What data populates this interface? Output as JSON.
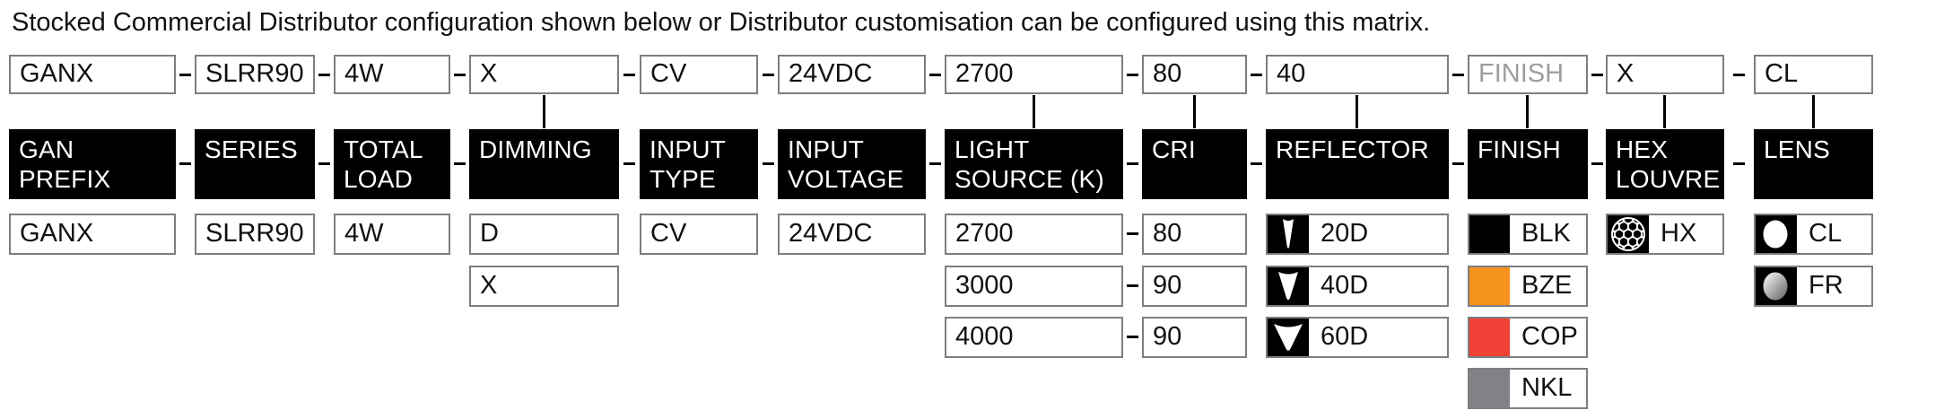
{
  "title": "Stocked Commercial Distributor configuration shown below or Distributor customisation can be configured using this matrix.",
  "colors": {
    "header_bg": "#000000",
    "box_border": "#7c7e82",
    "placeholder_text": "#9b9da0",
    "finish_black": "#000000",
    "finish_bronze": "#f6921e",
    "finish_copper": "#ef4136",
    "finish_nickel": "#808285"
  },
  "columns": [
    {
      "id": "gan-prefix",
      "header": "GAN\nPREFIX",
      "code": "GANX",
      "options": [
        {
          "label": "GANX"
        }
      ]
    },
    {
      "id": "series",
      "header": "SERIES",
      "code": "SLRR90",
      "options": [
        {
          "label": "SLRR90"
        }
      ]
    },
    {
      "id": "total-load",
      "header": "TOTAL\nLOAD",
      "code": "4W",
      "options": [
        {
          "label": "4W"
        }
      ]
    },
    {
      "id": "dimming",
      "header": "DIMMING",
      "code": "X",
      "options": [
        {
          "label": "D"
        },
        {
          "label": "X"
        }
      ]
    },
    {
      "id": "input-type",
      "header": "INPUT\nTYPE",
      "code": "CV",
      "options": [
        {
          "label": "CV"
        }
      ]
    },
    {
      "id": "input-voltage",
      "header": "INPUT\nVOLTAGE",
      "code": "24VDC",
      "options": [
        {
          "label": "24VDC"
        }
      ]
    },
    {
      "id": "light-source",
      "header": "LIGHT\nSOURCE (K)",
      "code": "2700",
      "options": [
        {
          "label": "2700"
        },
        {
          "label": "3000"
        },
        {
          "label": "4000"
        }
      ]
    },
    {
      "id": "cri",
      "header": "CRI",
      "code": "80",
      "options": [
        {
          "label": "80"
        },
        {
          "label": "90"
        },
        {
          "label": "90"
        }
      ]
    },
    {
      "id": "reflector",
      "header": "REFLECTOR",
      "code": "40",
      "options": [
        {
          "label": "20D",
          "icon": "beam-20d"
        },
        {
          "label": "40D",
          "icon": "beam-40d"
        },
        {
          "label": "60D",
          "icon": "beam-60d"
        }
      ]
    },
    {
      "id": "finish",
      "header": "FINISH",
      "code": "FINISH",
      "placeholder": true,
      "options": [
        {
          "label": "BLK",
          "swatch": "#000000"
        },
        {
          "label": "BZE",
          "swatch": "#f6921e"
        },
        {
          "label": "COP",
          "swatch": "#ef4136"
        },
        {
          "label": "NKL",
          "swatch": "#808285"
        }
      ]
    },
    {
      "id": "hex-louvre",
      "header": "HEX\nLOUVRE",
      "code": "X",
      "options": [
        {
          "label": "HX",
          "icon": "hex-louvre"
        }
      ]
    },
    {
      "id": "lens",
      "header": "LENS",
      "code": "CL",
      "options": [
        {
          "label": "CL",
          "icon": "lens-clear"
        },
        {
          "label": "FR",
          "icon": "lens-frosted"
        }
      ]
    }
  ]
}
